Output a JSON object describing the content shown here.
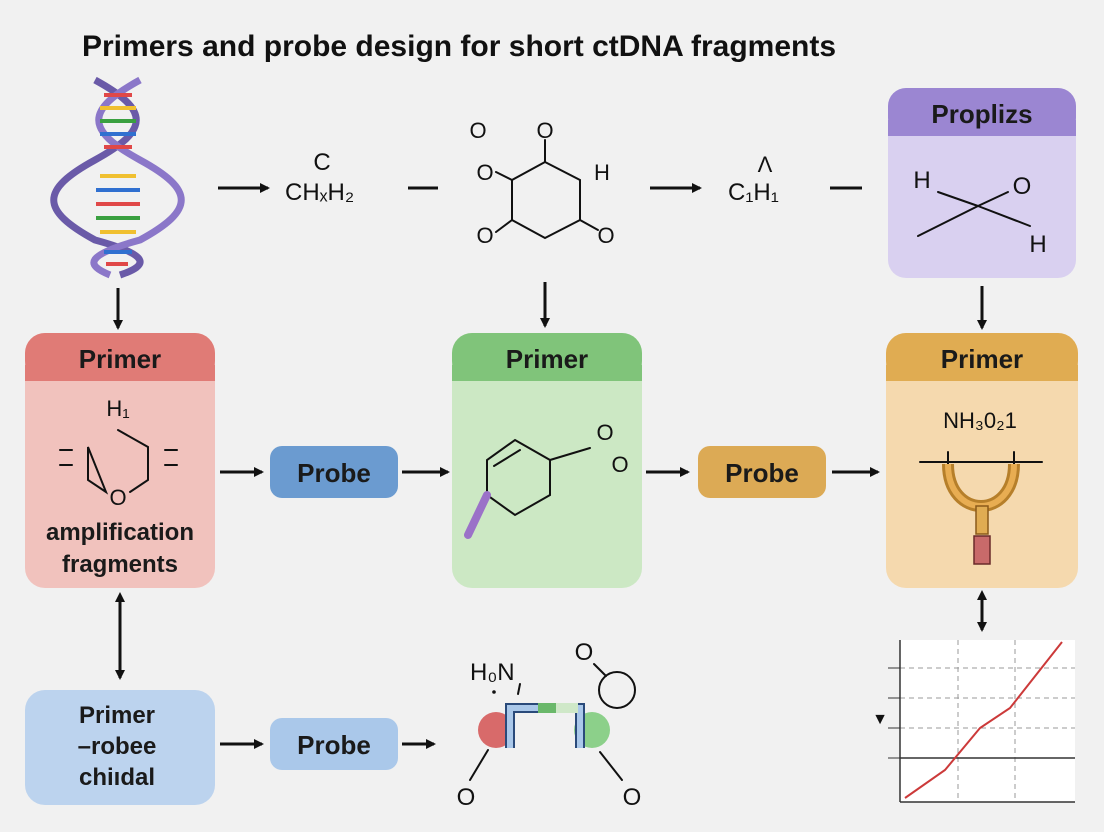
{
  "title": "Primers and probe design for short ctDNA fragments",
  "colors": {
    "red_header": "#e07b76",
    "red_body": "#f1c2bd",
    "green_header": "#80c47a",
    "green_body": "#cce8c4",
    "orange_header": "#e0ac52",
    "orange_body": "#f5d9ae",
    "purple_header": "#9b86d2",
    "purple_body": "#d9d0f0",
    "blue_box": "#bcd3ee",
    "probe_blue": "#6b9bd0",
    "probe_light": "#aac8ea",
    "probe_orange": "#dcaa55"
  },
  "top_row": {
    "formula1_top": "C",
    "formula1": "CHₓH₂",
    "ring_o1": "O",
    "ring_o2": "O",
    "ring_h": "H",
    "ring_o3": "O",
    "ring_o4": "O",
    "ring_o5": "O",
    "formula2_top": "Λ",
    "formula2": "C₁H₁"
  },
  "purple_box": {
    "header": "Proplizs",
    "h1": "H",
    "o": "O",
    "h2": "H"
  },
  "left_box": {
    "header": "Primer",
    "formula": "H₁",
    "ring_o": "O",
    "line1": "amplification",
    "line2": "fragments"
  },
  "center_box": {
    "header": "Primer",
    "o_small": "O",
    "o_small2": "O"
  },
  "right_box": {
    "header": "Primer",
    "formula": "NH₃0₂1"
  },
  "probe_mid_left": "Probe",
  "probe_mid_right": "Probe",
  "bottom_box": {
    "line1": "Primer",
    "line2": "–robee",
    "line3": "chiıdal"
  },
  "probe_bottom": "Probe",
  "bottom_chem": {
    "formula": "H₀N",
    "o_top": "O",
    "o_left": "O",
    "o_right": "O"
  },
  "chart_marker": "▼"
}
